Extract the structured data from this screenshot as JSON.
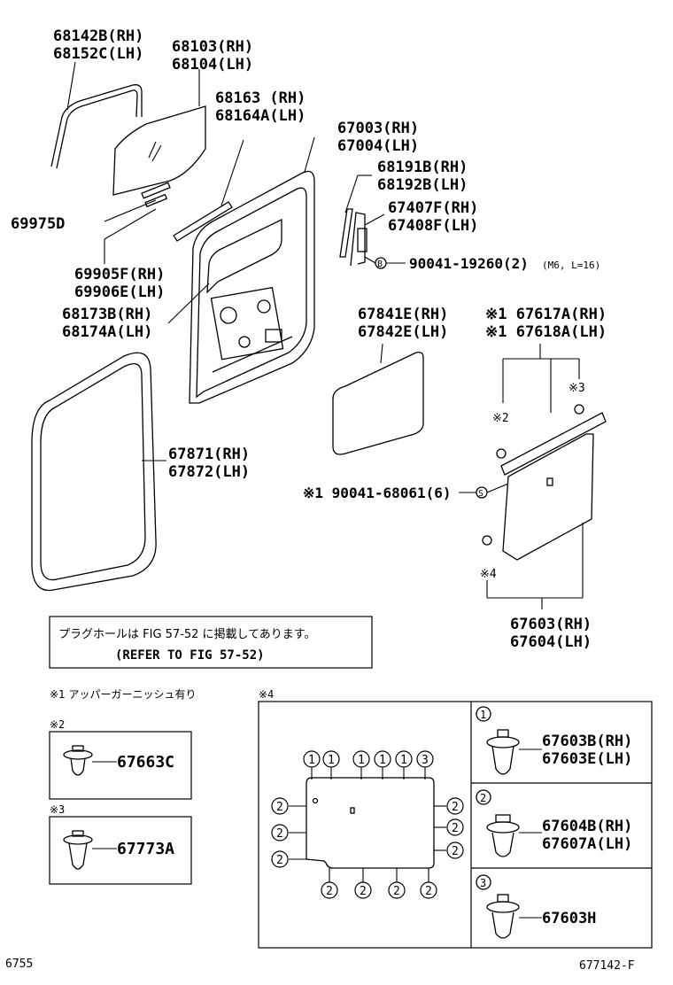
{
  "labels": {
    "glass_run_a": "68142B(RH)",
    "glass_run_b": "68152C(LH)",
    "glass_a": "68103(RH)",
    "glass_b": "68104(LH)",
    "weatherstrip_a": "68163 (RH)",
    "weatherstrip_b": "68164A(LH)",
    "door_a": "67003(RH)",
    "door_b": "67004(LH)",
    "channel_a": "68191B(RH)",
    "channel_b": "68192B(LH)",
    "frame_a": "67407F(RH)",
    "frame_b": "67408F(LH)",
    "bolt_marker": "B",
    "bolt": "90041-19260(2)",
    "bolt_spec": "(M6, L=16)",
    "glass_channel": "69975D",
    "run_a": "69905F(RH)",
    "run_b": "69906E(LH)",
    "belt_a": "68173B(RH)",
    "belt_b": "68174A(LH)",
    "cover_a": "67841E(RH)",
    "cover_b": "67842E(LH)",
    "garnish_a": "※1 67617A(RH)",
    "garnish_b": "※1 67618A(LH)",
    "seal_a": "67871(RH)",
    "seal_b": "67872(LH)",
    "ref3": "※3",
    "ref2": "※2",
    "ref4": "※4",
    "screw": "※1 90041-68061(6)",
    "screw_marker": "S",
    "trim_a": "67603(RH)",
    "trim_b": "67604(LH)"
  },
  "note": {
    "line1": "プラグホールは FIG 57-52 に掲載してあります。",
    "line2": "(REFER TO FIG 57-52)"
  },
  "footnote1": "※1 アッパーガーニッシュ有り",
  "footnote4": "※4",
  "clip_box_2": {
    "ref": "※2",
    "part": "67663C"
  },
  "clip_box_3": {
    "ref": "※3",
    "part": "67773A"
  },
  "clip_legend": [
    {
      "num": "1",
      "part_a": "67603B(RH)",
      "part_b": "67603E(LH)"
    },
    {
      "num": "2",
      "part_a": "67604B(RH)",
      "part_b": "67607A(LH)"
    },
    {
      "num": "3",
      "part_a": "67603H",
      "part_b": ""
    }
  ],
  "panel_clip_numbers": {
    "top": [
      "1",
      "1",
      "1",
      "1",
      "1",
      "3"
    ],
    "left": [
      "2",
      "2",
      "2"
    ],
    "right": [
      "2",
      "2",
      "2"
    ],
    "bottom": [
      "2",
      "2",
      "2",
      "2"
    ]
  },
  "page_number": "6755",
  "fig_id": "677142-F"
}
